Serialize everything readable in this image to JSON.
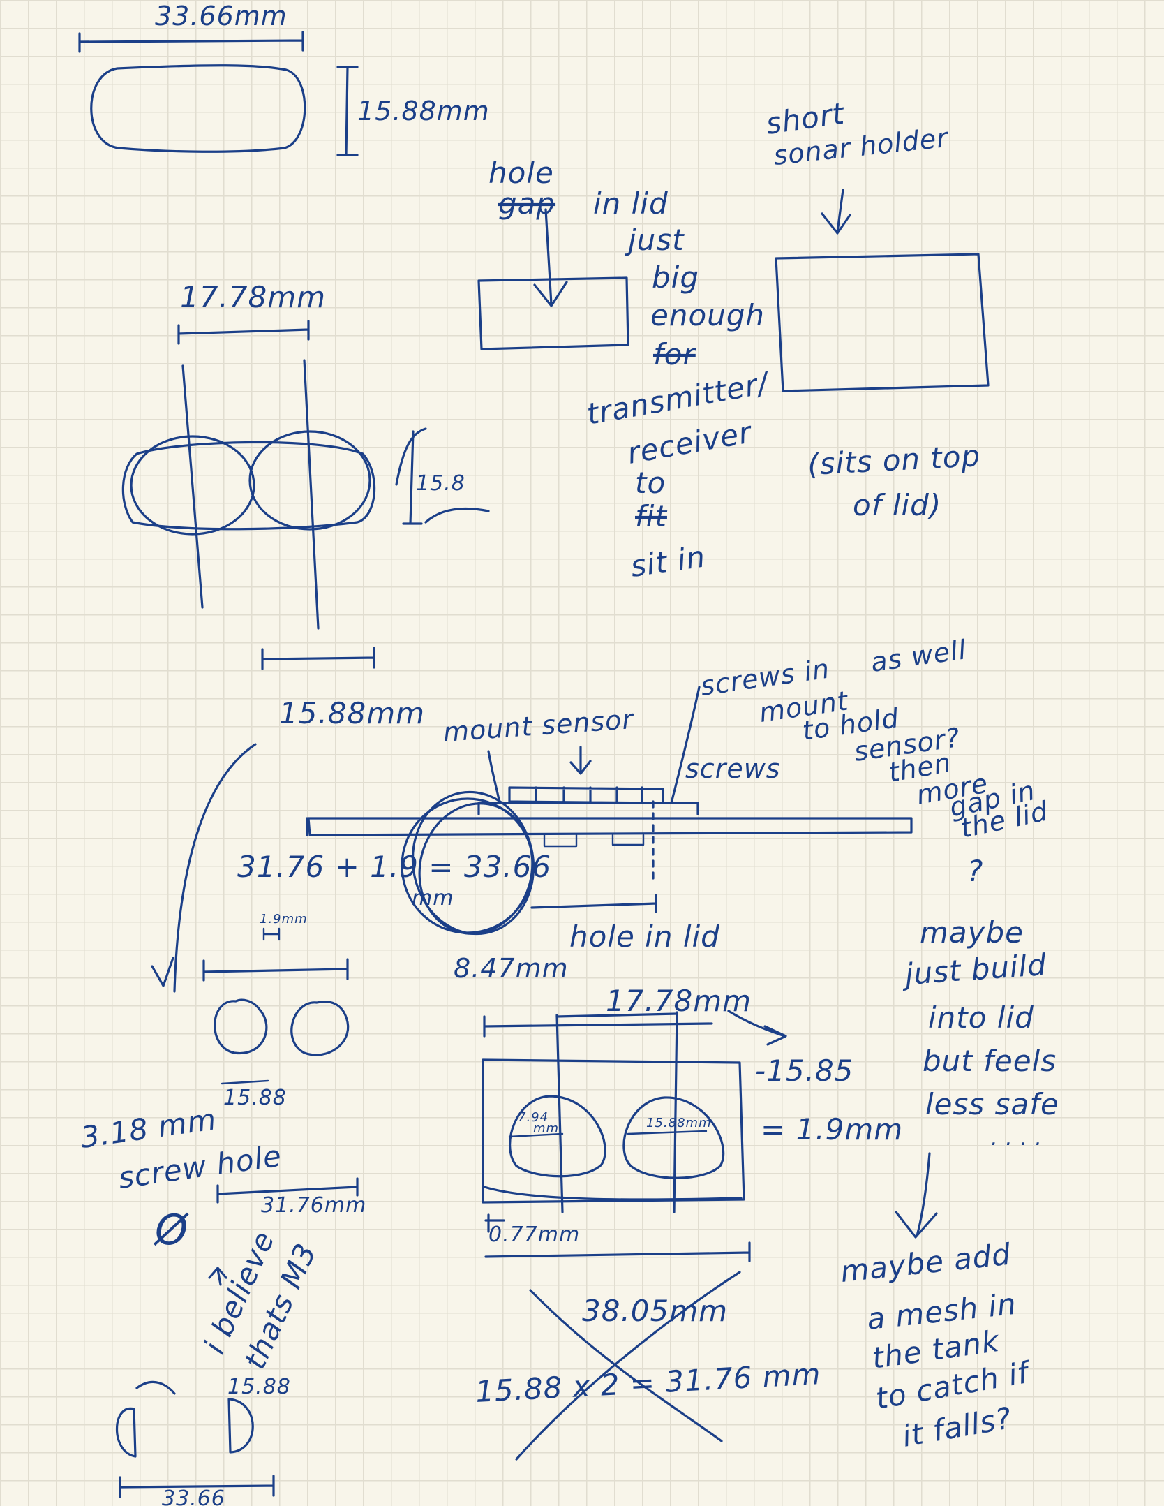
{
  "sketch1": {
    "width": "33.66mm",
    "height": "15.88mm"
  },
  "sketch2": {
    "width": "17.78mm",
    "height": "15.8"
  },
  "sketch2_below": "15.88mm",
  "hole_note": {
    "hole": "hole",
    "gap": "gap",
    "in_lid": "in lid",
    "just": "just",
    "big": "big",
    "enough": "enough",
    "for": "for",
    "transmitter": "transmitter/",
    "receiver": "receiver",
    "to": "to",
    "fit": "fit",
    "sit_in": "sit in"
  },
  "sonar_holder": {
    "short": "short",
    "label": "sonar holder",
    "sits_on_top": "(sits on top",
    "of_lid": "of lid)"
  },
  "mount_diagram": {
    "mount_sensor": "mount sensor",
    "screws_in_mount": "screws in",
    "mount": "mount",
    "as_well": "as well",
    "to_hold": "to hold",
    "sensor_q": "sensor?",
    "then": "then",
    "more": "more",
    "gap_in": "gap in",
    "the_lid": "the lid",
    "question": "?",
    "screws": "screws",
    "sum_formula": "31.76 + 1.9 = 33.66",
    "sum_unit": "mm",
    "hole_in_lid": "hole in lid",
    "dim_847": "8.47mm"
  },
  "notes_right": {
    "maybe": "maybe",
    "just_build": "just build",
    "into_lid": "into lid",
    "but_feels": "but feels",
    "less_safe": "less safe",
    "dots": ". . . .",
    "maybe_add": "maybe add",
    "a_mesh_in": "a mesh in",
    "the_tank": "the tank",
    "to_catch_if": "to catch if",
    "it_falls": "it falls?"
  },
  "left_lower": {
    "dim_19": "1.9mm",
    "dim_318": "3.18 mm",
    "dim_1588": "15.88",
    "screw_hole": "screw hole",
    "phi": "Ø",
    "dim_3176": "31.76mm",
    "i_believe": "i believe",
    "thats_m3": "thats M3",
    "bottom_1588": "15.88",
    "bottom_3366": "33.66"
  },
  "plate": {
    "dim_1778": "17.78mm",
    "dim_1585": "-15.85",
    "equals_19": "= 1.9mm",
    "dim_794": "7.94",
    "dim_794_unit": "mm",
    "dim_1588": "15.88mm",
    "dim_077": "0.77mm",
    "dim_3805": "38.05mm",
    "formula": "15.88 x 2 = 31.76 mm"
  }
}
